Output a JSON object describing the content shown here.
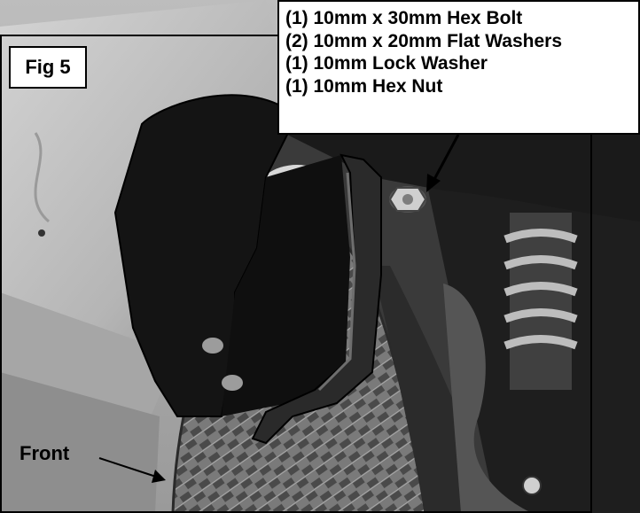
{
  "figure": {
    "label": "Fig 5"
  },
  "parts_list": {
    "items": [
      "(1) 10mm x 30mm Hex Bolt",
      "(2) 10mm x 20mm Flat Washers",
      "(1) 10mm Lock Washer",
      "(1) 10mm Hex Nut"
    ]
  },
  "direction_label": "Front",
  "colors": {
    "border": "#000000",
    "label_bg": "#ffffff"
  }
}
